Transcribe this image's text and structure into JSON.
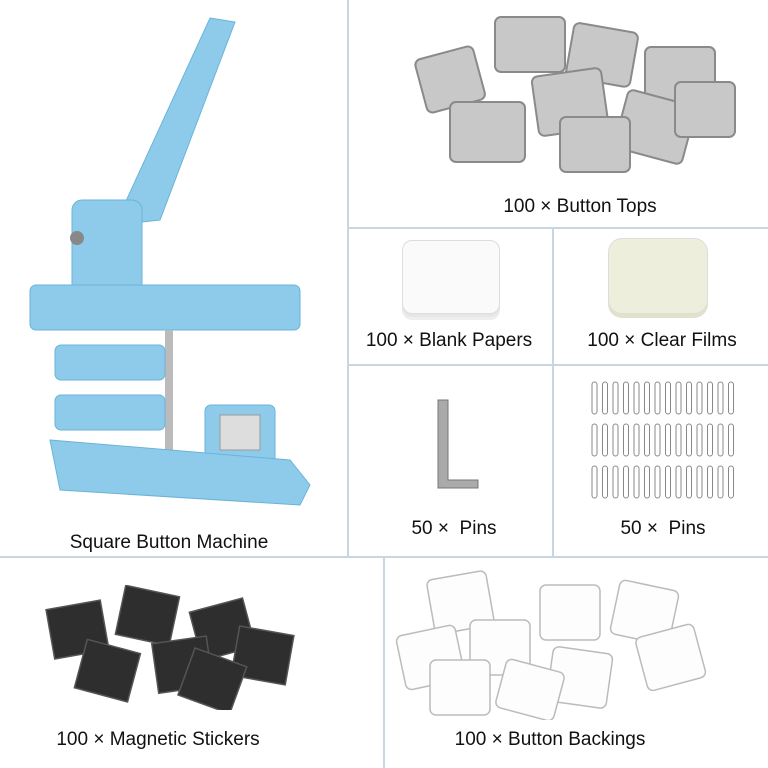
{
  "labels": {
    "machine": "Square Button Machine",
    "tops": "100 × Button Tops",
    "papers": "100 × Blank Papers",
    "films": "100 × Clear Films",
    "pins_wrench": "50 ×  Pins",
    "pins_safety": "50 ×  Pins",
    "magnetic": "100 × Magnetic Stickers",
    "backings": "100 × Button Backings"
  },
  "colors": {
    "machine": "#8ecbeb",
    "divider": "#c9d6df"
  }
}
